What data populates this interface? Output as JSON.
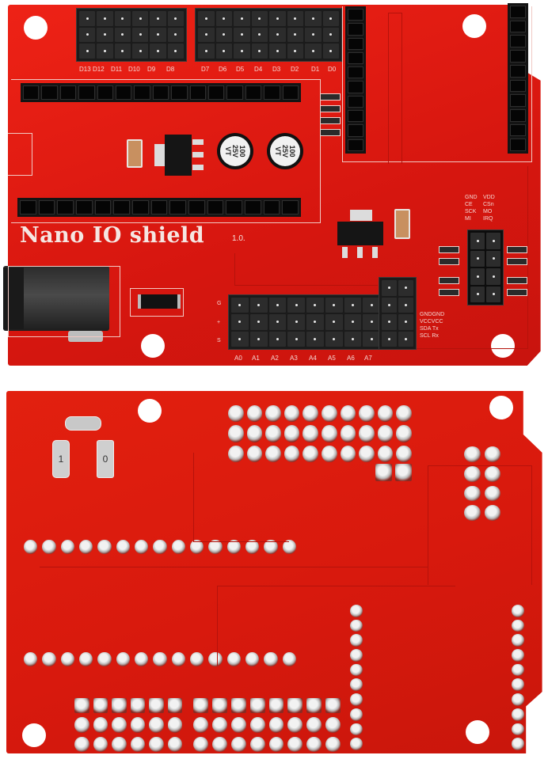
{
  "image": {
    "description": "Product photo of a red Arduino Nano IO shield PCB, front side (top) and back side (bottom)",
    "colors": {
      "pcb_red": "#e01a12",
      "silkscreen": "#f4d6d2",
      "header_black": "#1b1b1b",
      "pad_silver": "#c9c9c9",
      "background": "#ffffff"
    }
  },
  "front": {
    "title": "Nano IO shield",
    "version": "1.0.",
    "digital_labels": [
      "D13",
      "D12",
      "D11",
      "D10",
      "D9",
      "D8",
      "D7",
      "D6",
      "D5",
      "D4",
      "D3",
      "D2",
      "D1",
      "D0"
    ],
    "analog_labels": [
      "A0",
      "A1",
      "A2",
      "A3",
      "A4",
      "A5",
      "A6",
      "A7"
    ],
    "gvs_labels": [
      "G",
      "+",
      "S"
    ],
    "i2c_serial_labels": [
      [
        "GND",
        "GND"
      ],
      [
        "VCC",
        "VCC"
      ],
      [
        "SDA",
        "Tx"
      ],
      [
        "SCL",
        "Rx"
      ]
    ],
    "radio_labels": [
      [
        "GND",
        "VDD"
      ],
      [
        "CE",
        "CSn"
      ],
      [
        "SCK",
        "MO"
      ],
      [
        "MI",
        "IRQ"
      ]
    ],
    "capacitors": [
      {
        "value": "100",
        "voltage": "25V",
        "series": "VT"
      },
      {
        "value": "100",
        "voltage": "25V",
        "series": "VT"
      }
    ]
  },
  "back": {
    "jumper_labels": [
      "1",
      "0"
    ]
  }
}
